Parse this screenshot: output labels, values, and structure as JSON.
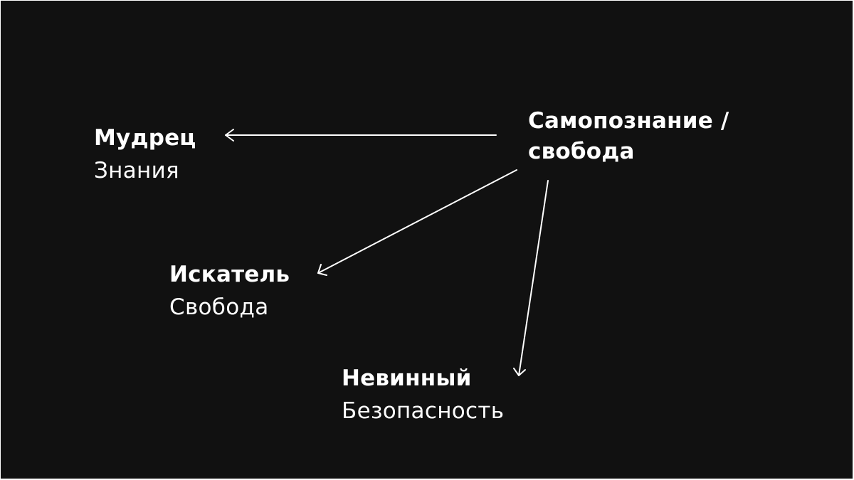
{
  "diagram": {
    "center": {
      "title_line1": "Самопознание /",
      "title_line2": "свобода"
    },
    "targets": [
      {
        "title": "Мудрец",
        "subtitle": "Знания"
      },
      {
        "title": "Искатель",
        "subtitle": "Свобода"
      },
      {
        "title": "Невинный",
        "subtitle": "Безопасность"
      }
    ],
    "colors": {
      "background": "#111111",
      "text": "#ffffff",
      "arrow": "#ffffff"
    }
  }
}
